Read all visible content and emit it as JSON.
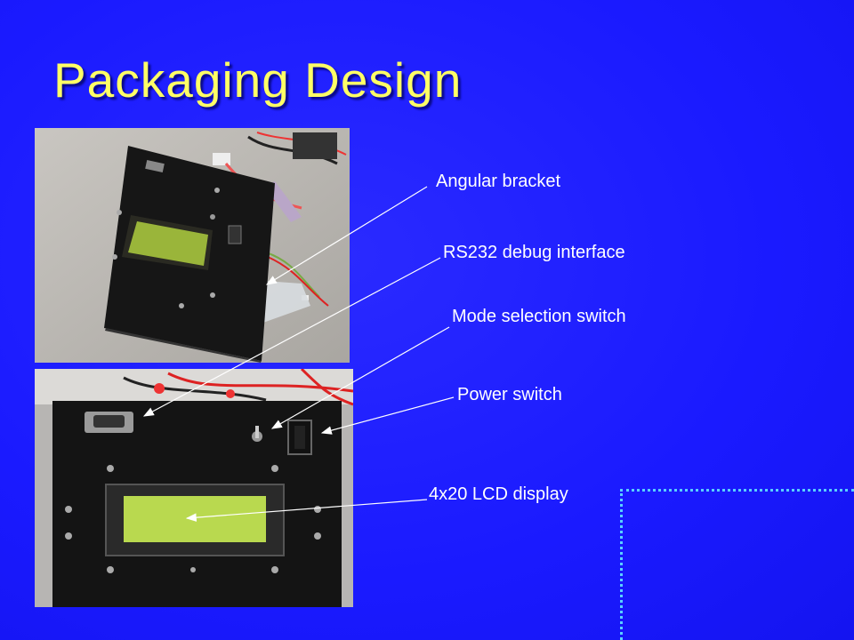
{
  "slide": {
    "title": "Packaging Design",
    "labels": {
      "angular_bracket": "Angular bracket",
      "rs232": "RS232 debug interface",
      "mode_switch": "Mode selection switch",
      "power_switch": "Power switch",
      "lcd_display": "4x20 LCD display"
    },
    "colors": {
      "background": "#1f1fff",
      "title": "#ffff66",
      "label": "#ffffff",
      "accent_dots": "#5ad0ff"
    }
  }
}
